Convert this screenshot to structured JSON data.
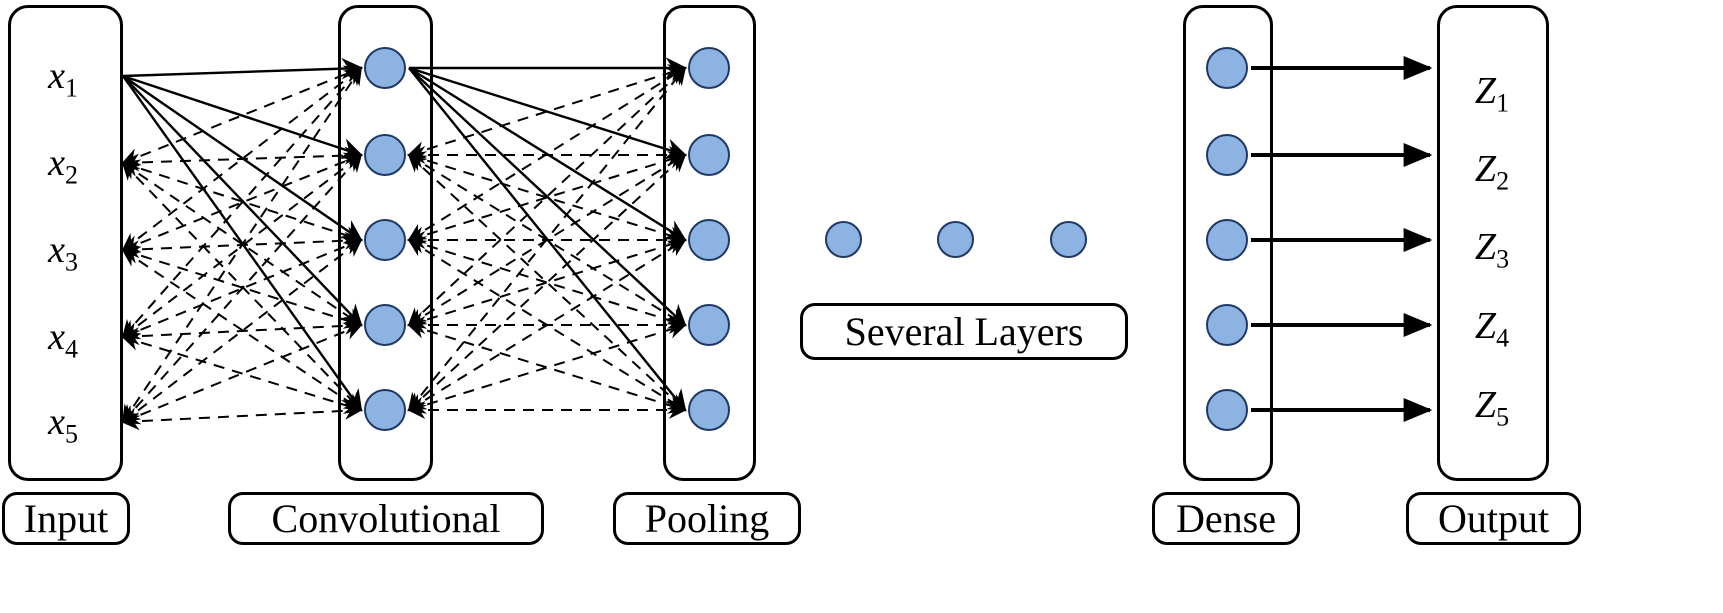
{
  "layers": {
    "input": {
      "title": "Input",
      "nodes": [
        {
          "base": "x",
          "sub": "1"
        },
        {
          "base": "x",
          "sub": "2"
        },
        {
          "base": "x",
          "sub": "3"
        },
        {
          "base": "x",
          "sub": "4"
        },
        {
          "base": "x",
          "sub": "5"
        }
      ]
    },
    "conv": {
      "title": "Convolutional",
      "node_count": 5
    },
    "pool": {
      "title": "Pooling",
      "node_count": 5
    },
    "middle": {
      "label": "Several Layers",
      "dot_count": 3
    },
    "dense": {
      "title": "Dense",
      "node_count": 5
    },
    "output": {
      "title": "Output",
      "nodes": [
        {
          "base": "Z",
          "sub": "1"
        },
        {
          "base": "Z",
          "sub": "2"
        },
        {
          "base": "Z",
          "sub": "3"
        },
        {
          "base": "Z",
          "sub": "4"
        },
        {
          "base": "Z",
          "sub": "5"
        }
      ]
    }
  },
  "connections": [
    {
      "from": "input",
      "to": "conv",
      "pattern": "full",
      "solid_source_index": 0,
      "dashed_double_arrow": true
    },
    {
      "from": "conv",
      "to": "pool",
      "pattern": "full",
      "solid_source_index": 0,
      "dashed_double_arrow": true
    },
    {
      "from": "dense",
      "to": "output",
      "pattern": "parallel",
      "style": "thick-arrow"
    }
  ],
  "colors": {
    "node_fill": "#8DB3E2",
    "node_stroke": "#1F3864",
    "line": "#000000",
    "box_border": "#000000",
    "background": "#FFFFFF"
  }
}
